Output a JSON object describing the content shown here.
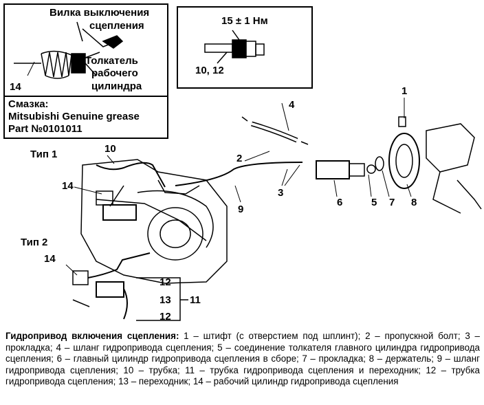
{
  "inset_left": {
    "label_fork": "Вилка выключения сцепления",
    "label_fork_l1": "Вилка выключения",
    "label_fork_l2": "сцепления",
    "label_pushrod_l1": "Толкатель",
    "label_pushrod_l2": "рабочего",
    "label_pushrod_l3": "цилиндра",
    "part_number": "14",
    "grease_l1": "Смазка:",
    "grease_l2": "Mitsubishi Genuine grease",
    "grease_l3": "Part №0101011"
  },
  "inset_right": {
    "torque": "15 ± 1 Нм",
    "part_numbers": "10, 12"
  },
  "main": {
    "type1": "Тип 1",
    "type2": "Тип 2",
    "callouts": {
      "n1": "1",
      "n2": "2",
      "n3": "3",
      "n4": "4",
      "n5": "5",
      "n6": "6",
      "n7": "7",
      "n8": "8",
      "n9": "9",
      "n10": "10",
      "n11": "11",
      "n12a": "12",
      "n12b": "12",
      "n13": "13",
      "n14a": "14",
      "n14b": "14"
    }
  },
  "caption": {
    "title": "Гидропривод включения сцепления:",
    "text": " 1 – штифт (с отверстием под шплинт); 2 – пропускной болт; 3 – прокладка; 4 – шланг гидропривода сцепления; 5 – соединение толкателя главного цилиндра гидропривода сцепления; 6 – главный цилиндр гидропривода сцепления в сборе; 7 – прокладка; 8 – держатель; 9 – шланг гидропривода сцепления; 10 – трубка; 11 – трубка гидропривода сцепления и переходник; 12 – трубка гидропривода сцепления; 13 – переходник; 14 – рабочий цилиндр гидропривода сцепления"
  }
}
